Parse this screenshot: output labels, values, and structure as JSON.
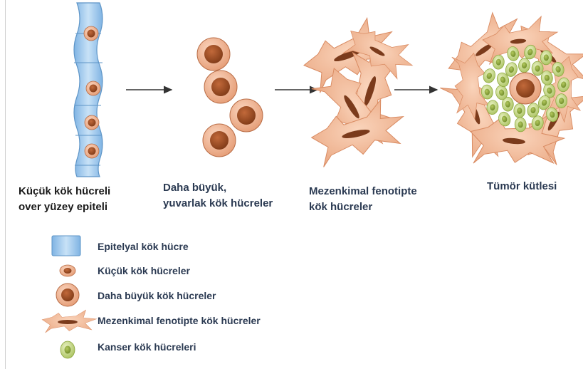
{
  "colors": {
    "epithelium": "#a9cff0",
    "epithelium_edge": "#5e95c7",
    "cell_membrane": "#f1b28f",
    "cell_nucleus": "#a0522d",
    "mesenchymal": "#f4bd9b",
    "mesenchymal_nucleus": "#7b3b1c",
    "cancer_cell": "#c4d78a",
    "cancer_nucleus": "#7a9630",
    "arrow": "#333333",
    "label_text": "#2b3a52"
  },
  "stages": [
    {
      "id": "small-stem-cells",
      "lines": [
        "Küçük kök hücreli",
        "over yüzey epiteli"
      ]
    },
    {
      "id": "large-round-stem-cells",
      "lines": [
        "Daha büyük,",
        "yuvarlak kök hücreler"
      ]
    },
    {
      "id": "mesenchymal-stem-cells",
      "lines": [
        "Mezenkimal fenotipte",
        "kök hücreler"
      ]
    },
    {
      "id": "tumor-mass",
      "lines": [
        "Tümör kütlesi"
      ]
    }
  ],
  "legend": [
    {
      "icon": "epithelial-stem-cell-icon",
      "label": "Epitelyal kök hücre"
    },
    {
      "icon": "small-stem-cell-icon",
      "label": "Küçük kök hücreler"
    },
    {
      "icon": "large-stem-cell-icon",
      "label": "Daha büyük kök hücreler"
    },
    {
      "icon": "mesenchymal-cell-icon",
      "label": "Mezenkimal fenotipte kök hücreler"
    },
    {
      "icon": "cancer-stem-cell-icon",
      "label": "Kanser kök hücreleri"
    }
  ]
}
